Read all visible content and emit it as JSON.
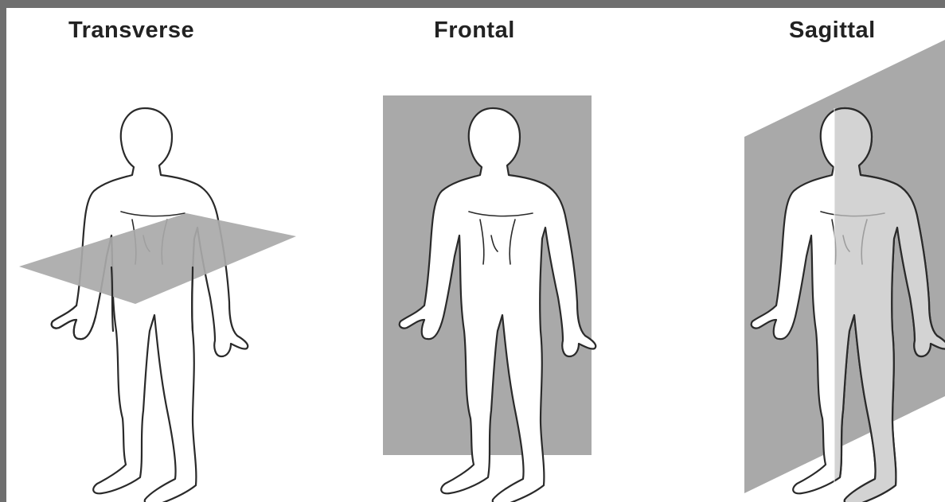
{
  "planes": [
    {
      "id": "transverse",
      "label": "Transverse"
    },
    {
      "id": "frontal",
      "label": "Frontal"
    },
    {
      "id": "sagittal",
      "label": "Sagittal"
    }
  ],
  "colors": {
    "plane": "#a9a9a9",
    "outline": "#2a2a2a",
    "border": "#6f6f6f",
    "background": "#ffffff"
  }
}
